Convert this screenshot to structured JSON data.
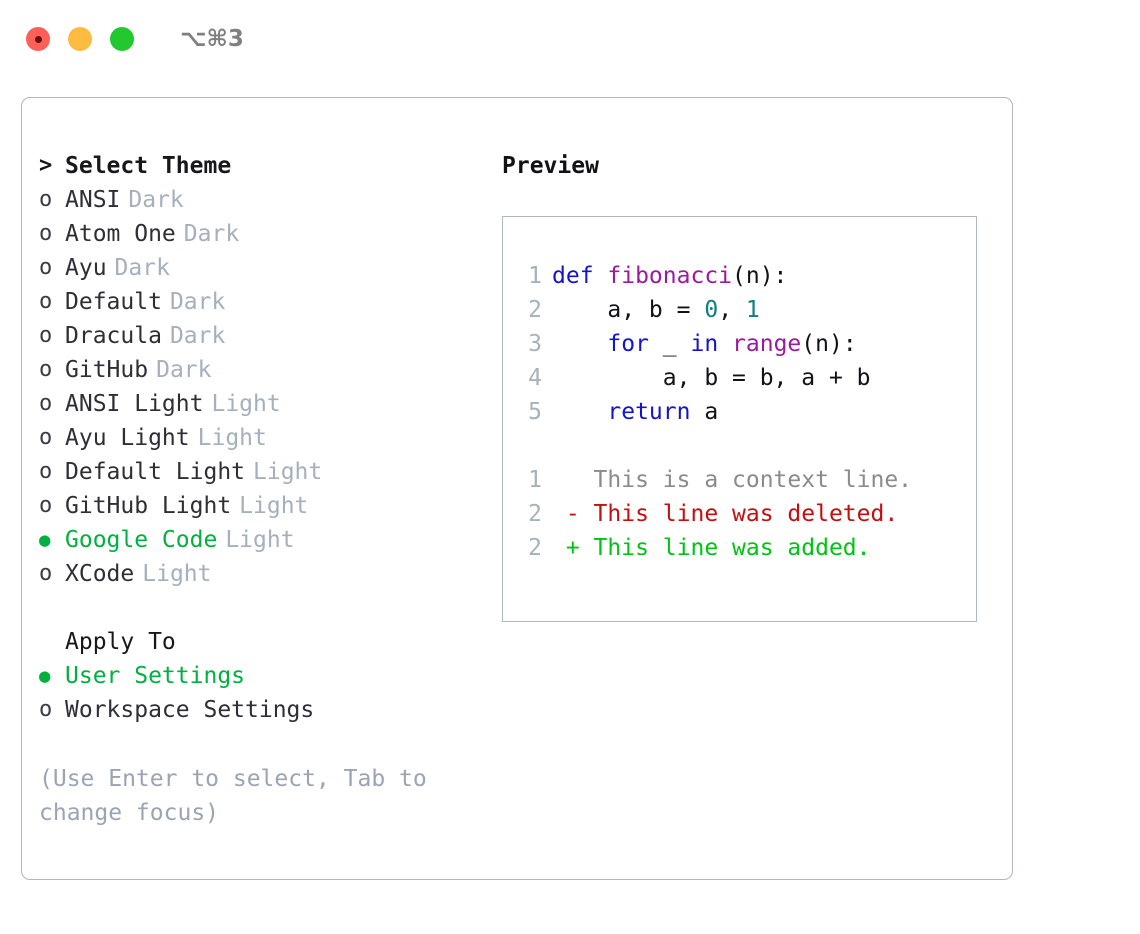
{
  "titlebar": {
    "shortcut": "⌥⌘3",
    "traffic_lights": [
      {
        "name": "close",
        "color": "#fc6058"
      },
      {
        "name": "minimize",
        "color": "#fdbc40"
      },
      {
        "name": "zoom",
        "color": "#22c92e"
      }
    ]
  },
  "theme_list": {
    "header_marker": ">",
    "header_label": "Select Theme",
    "items": [
      {
        "marker": "o",
        "name": "ANSI",
        "tag": "Dark",
        "selected": false
      },
      {
        "marker": "o",
        "name": "Atom One",
        "tag": "Dark",
        "selected": false
      },
      {
        "marker": "o",
        "name": "Ayu",
        "tag": "Dark",
        "selected": false
      },
      {
        "marker": "o",
        "name": "Default",
        "tag": "Dark",
        "selected": false
      },
      {
        "marker": "o",
        "name": "Dracula",
        "tag": "Dark",
        "selected": false
      },
      {
        "marker": "o",
        "name": "GitHub",
        "tag": "Dark",
        "selected": false
      },
      {
        "marker": "o",
        "name": "ANSI Light",
        "tag": "Light",
        "selected": false
      },
      {
        "marker": "o",
        "name": "Ayu Light",
        "tag": "Light",
        "selected": false
      },
      {
        "marker": "o",
        "name": "Default Light",
        "tag": "Light",
        "selected": false
      },
      {
        "marker": "o",
        "name": "GitHub Light",
        "tag": "Light",
        "selected": false
      },
      {
        "marker": "●",
        "name": "Google Code",
        "tag": "Light",
        "selected": true
      },
      {
        "marker": "o",
        "name": "XCode",
        "tag": "Light",
        "selected": false
      }
    ]
  },
  "apply_to": {
    "header_label": "Apply To",
    "items": [
      {
        "marker": "●",
        "name": "User Settings",
        "selected": true
      },
      {
        "marker": "o",
        "name": "Workspace Settings",
        "selected": false
      }
    ]
  },
  "hint": {
    "text": "(Use Enter to select, Tab to change focus)"
  },
  "preview": {
    "title": "Preview",
    "code_lines": [
      {
        "no": "1",
        "segments": [
          {
            "t": "def ",
            "c": "tok-kw"
          },
          {
            "t": "fibonacci",
            "c": "tok-fn"
          },
          {
            "t": "(n):",
            "c": "tok-txt"
          }
        ]
      },
      {
        "no": "2",
        "segments": [
          {
            "t": "    a, b = ",
            "c": "tok-txt"
          },
          {
            "t": "0",
            "c": "tok-num"
          },
          {
            "t": ", ",
            "c": "tok-txt"
          },
          {
            "t": "1",
            "c": "tok-num"
          }
        ]
      },
      {
        "no": "3",
        "segments": [
          {
            "t": "    ",
            "c": "tok-txt"
          },
          {
            "t": "for",
            "c": "tok-kw"
          },
          {
            "t": " _ ",
            "c": "tok-txt"
          },
          {
            "t": "in",
            "c": "tok-kw"
          },
          {
            "t": " ",
            "c": "tok-txt"
          },
          {
            "t": "range",
            "c": "tok-fn"
          },
          {
            "t": "(n):",
            "c": "tok-txt"
          }
        ]
      },
      {
        "no": "4",
        "segments": [
          {
            "t": "        a, b = b, a + b",
            "c": "tok-txt"
          }
        ]
      },
      {
        "no": "5",
        "segments": [
          {
            "t": "    ",
            "c": "tok-txt"
          },
          {
            "t": "return",
            "c": "tok-kw"
          },
          {
            "t": " a",
            "c": "tok-txt"
          }
        ]
      }
    ],
    "diff_lines": [
      {
        "no": "1",
        "segments": [
          {
            "t": "   This is a context line.",
            "c": "tok-ctx"
          }
        ]
      },
      {
        "no": "2",
        "segments": [
          {
            "t": " - This line was deleted.",
            "c": "tok-del"
          }
        ]
      },
      {
        "no": "2",
        "segments": [
          {
            "t": " + This line was added.",
            "c": "tok-add"
          }
        ]
      }
    ]
  }
}
